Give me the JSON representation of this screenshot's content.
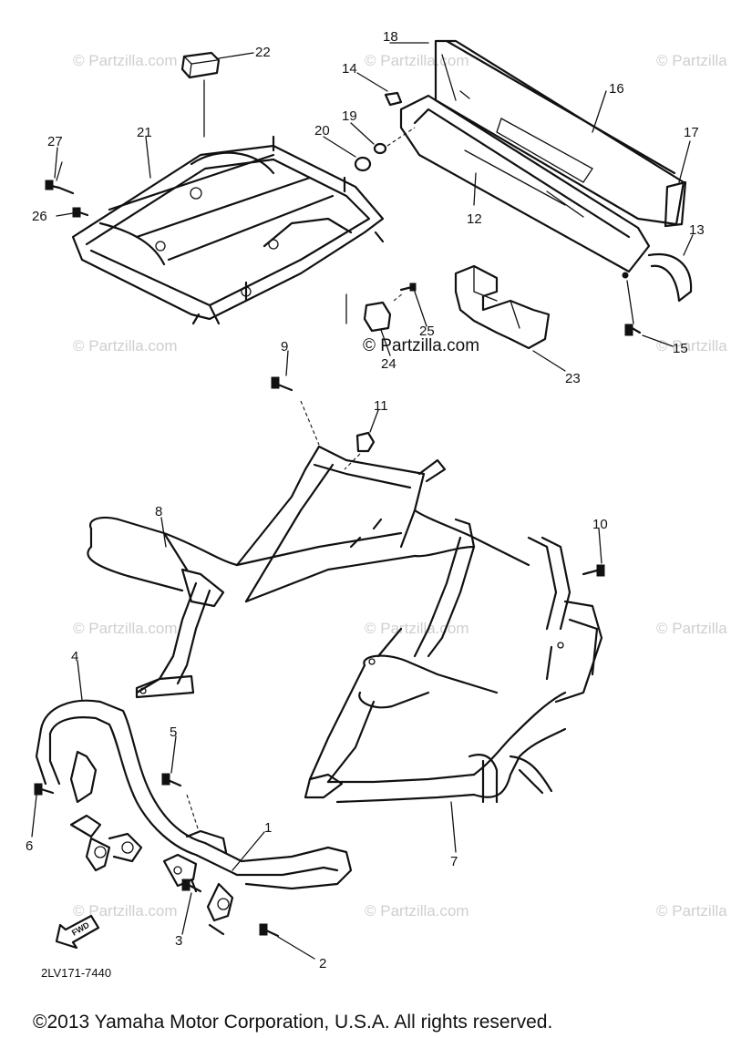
{
  "callouts": [
    "1",
    "2",
    "3",
    "4",
    "5",
    "6",
    "7",
    "8",
    "9",
    "10",
    "11",
    "12",
    "13",
    "14",
    "15",
    "16",
    "17",
    "18",
    "19",
    "20",
    "21",
    "22",
    "23",
    "24",
    "25",
    "26",
    "27"
  ],
  "watermark": "© Partzilla.com",
  "watermark_short": "© Partzilla",
  "watermark_center": "© Partzilla.com",
  "fwd_label": "FWD",
  "diagram_code": "2LV171-7440",
  "copyright": "©2013 Yamaha Motor Corporation, U.S.A. All rights reserved."
}
